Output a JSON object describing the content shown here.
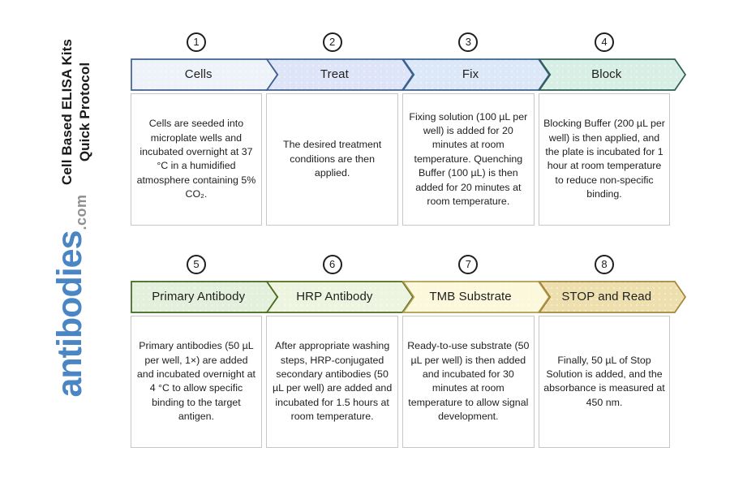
{
  "sidebar": {
    "title_line1": "Cell Based ELISA Kits",
    "title_line2": "Quick Protocol",
    "logo_text": "antibodies",
    "logo_suffix": ".com"
  },
  "theme": {
    "title-color": "#1a1a1a",
    "logo-color": "#4a86c4",
    "logo-suffix-color": "#8f8f8f",
    "circle-border": "#1f1f1f",
    "banner-text": "#1f1f1f",
    "box-border": "#c7c7c7",
    "text-color": "#212121"
  },
  "steps": [
    {
      "number": "1",
      "label": "Cells",
      "description": "Cells are seeded into microplate wells and incubated overnight at 37 °C in a humidified atmosphere containing 5% CO₂.",
      "fill": "#eef2f9",
      "border": "#40618f"
    },
    {
      "number": "2",
      "label": "Treat",
      "description": "The desired treatment conditions are then applied.",
      "fill": "#dfe5f8",
      "border": "#40618f"
    },
    {
      "number": "3",
      "label": "Fix",
      "description": "Fixing solution (100 µL per well) is added for 20 minutes at room temperature. Quenching Buffer (100 µL) is then added for 20 minutes at room temperature.",
      "fill": "#dce8f7",
      "border": "#3a628f"
    },
    {
      "number": "4",
      "label": "Block",
      "description": "Blocking Buffer (200 µL per well) is then applied, and the plate is incubated for 1 hour at room temperature to reduce non-specific binding.",
      "fill": "#d8efe5",
      "border": "#2f5e53"
    },
    {
      "number": "5",
      "label": "Primary Antibody",
      "description": "Primary antibodies (50 µL per well, 1×) are added and incubated overnight at 4 °C to allow specific binding to the target antigen.",
      "fill": "#e3f1dc",
      "border": "#3e661d"
    },
    {
      "number": "6",
      "label": "HRP Antibody",
      "description": "After appropriate washing steps, HRP-conjugated secondary antibodies (50 µL per well) are added and incubated for 1.5 hours at room temperature.",
      "fill": "#edf5e0",
      "border": "#4d6b1e"
    },
    {
      "number": "7",
      "label": "TMB Substrate",
      "description": "Ready-to-use substrate (50 µL per well) is then added and incubated for 30 minutes at room temperature to allow signal development.",
      "fill": "#fbf8dc",
      "border": "#b29b4d"
    },
    {
      "number": "8",
      "label": "STOP and Read",
      "description": "Finally, 50 µL of Stop Solution is added, and the absorbance is measured at 450 nm.",
      "fill": "#eee0ae",
      "border": "#a5853c"
    }
  ]
}
